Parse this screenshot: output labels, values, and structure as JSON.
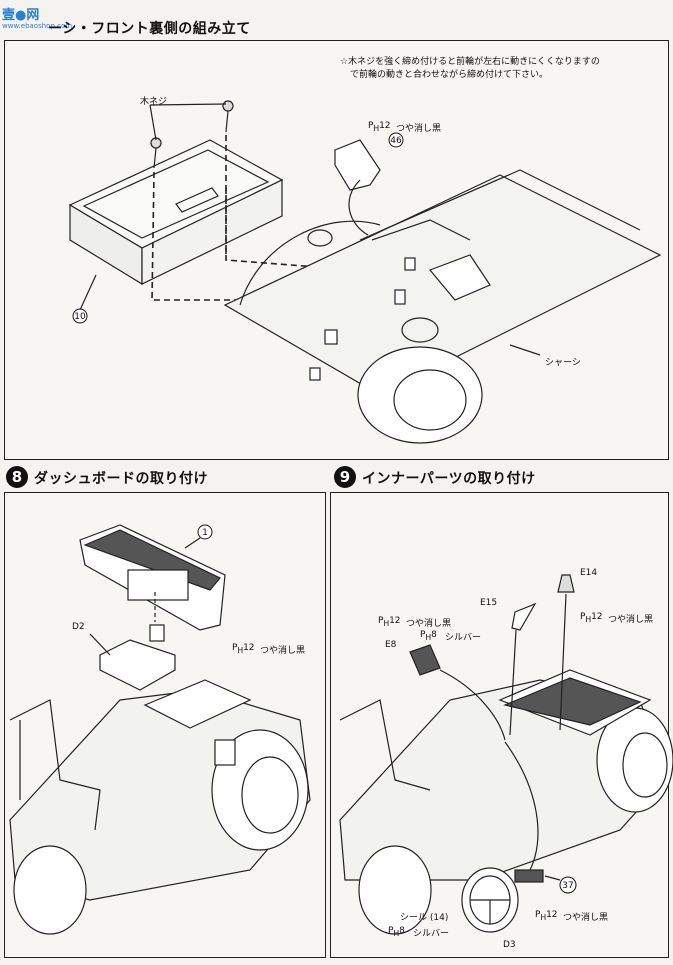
{
  "watermark": {
    "main": "壹●网",
    "sub": "www.ebaoshop.com"
  },
  "section7": {
    "title": "ーシ・フロント裏側の組み立て",
    "note_line1": "☆木ネジを強く締め付けると前輪が左右に動きにくくなりますの",
    "note_line2": "で前輪の動きと合わせながら締め付けて下さい。",
    "label_screw": "木ネジ",
    "label_paint": "つや消し黒",
    "paint_code": "12",
    "part_46": "46",
    "part_10": "10",
    "label_chassis": "シャーシ"
  },
  "section8": {
    "step": "8",
    "title": "ダッシュボードの取り付け",
    "part_1": "1",
    "part_d2": "D2",
    "label_paint": "つや消し黒",
    "paint_code": "12"
  },
  "section9": {
    "step": "9",
    "title": "インナーパーツの取り付け",
    "part_e14": "E14",
    "part_e15": "E15",
    "part_e8": "E8",
    "paint_black": "つや消し黒",
    "paint_silver": "シルバー",
    "code_12": "12",
    "code_8": "8",
    "part_37": "37",
    "label_seal": "シール",
    "seal_no": "14",
    "part_d3": "D3"
  }
}
